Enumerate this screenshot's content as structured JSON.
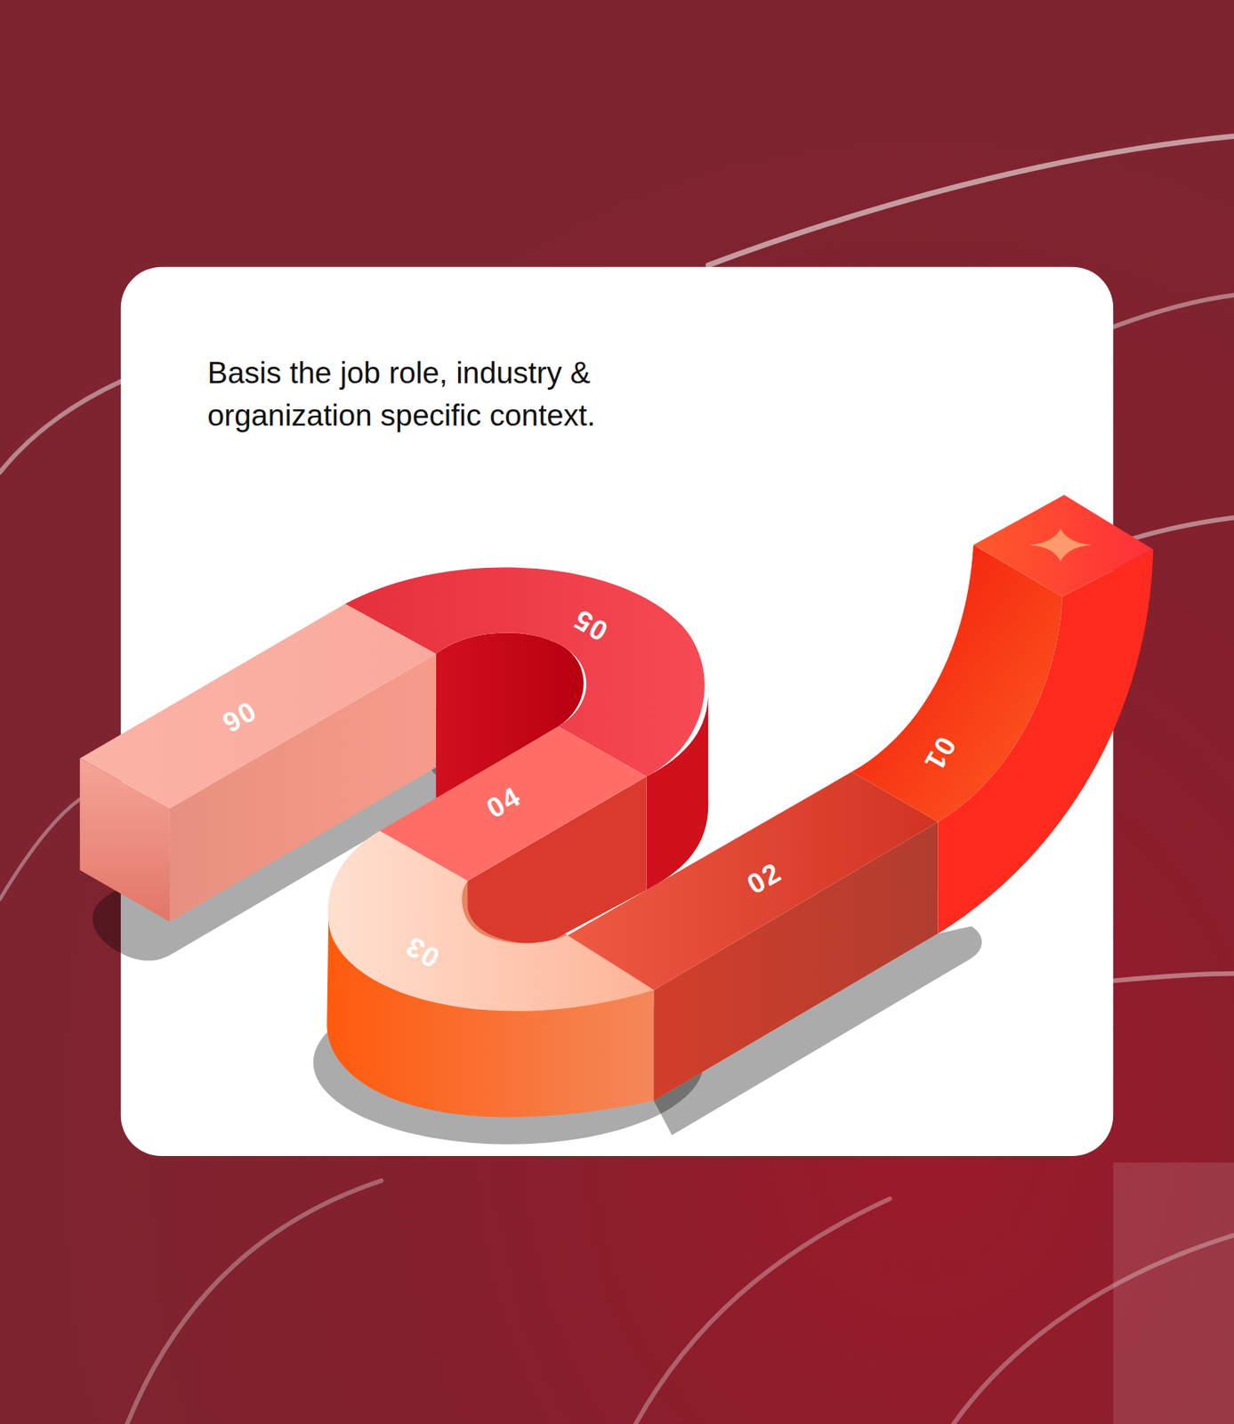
{
  "diagram": {
    "title": "Basis the job role, industry & organization specific context.",
    "labels": [
      "01",
      "02",
      "03",
      "04",
      "05",
      "06"
    ]
  }
}
